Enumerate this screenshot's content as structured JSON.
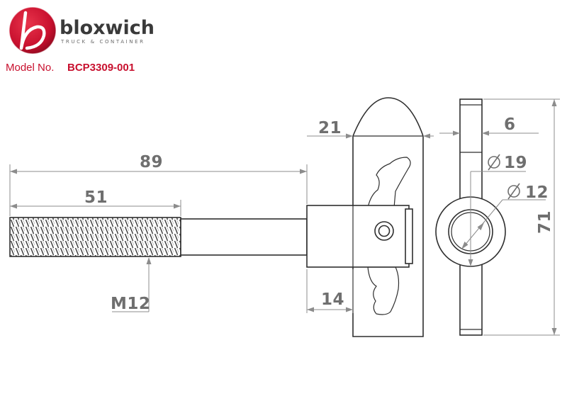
{
  "brand": {
    "name": "bloxwich",
    "tagline": "TRUCK & CONTAINER",
    "logo_icon": "bloxwich-b-logo-icon"
  },
  "model": {
    "label": "Model No.",
    "number": "BCP3309-001"
  },
  "dimensions": {
    "overall_length": "89",
    "thread_length": "51",
    "thread_spec": "M12",
    "block_offset": "14",
    "plate_width": "21",
    "plate_thickness": "6",
    "outer_diameter": "19",
    "inner_diameter": "12",
    "height": "71"
  },
  "colors": {
    "brand_red": "#c8102e",
    "line": "#2e2e2e",
    "dimension": "#8c8c8c"
  }
}
